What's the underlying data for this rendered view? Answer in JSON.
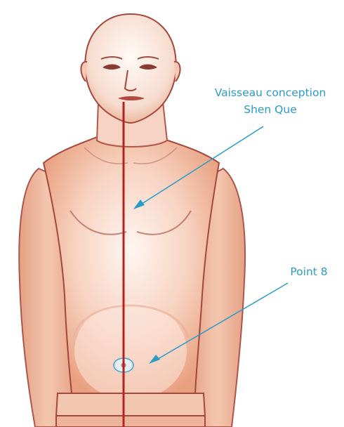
{
  "labels": {
    "meridian_line1": "Vaisseau conception",
    "meridian_line2": "Shen Que",
    "point": "Point 8"
  },
  "colors": {
    "annotation": "#2a9cc7",
    "meridian": "#b8221c",
    "skin": "#f0b79a",
    "outline": "#a5473c"
  }
}
